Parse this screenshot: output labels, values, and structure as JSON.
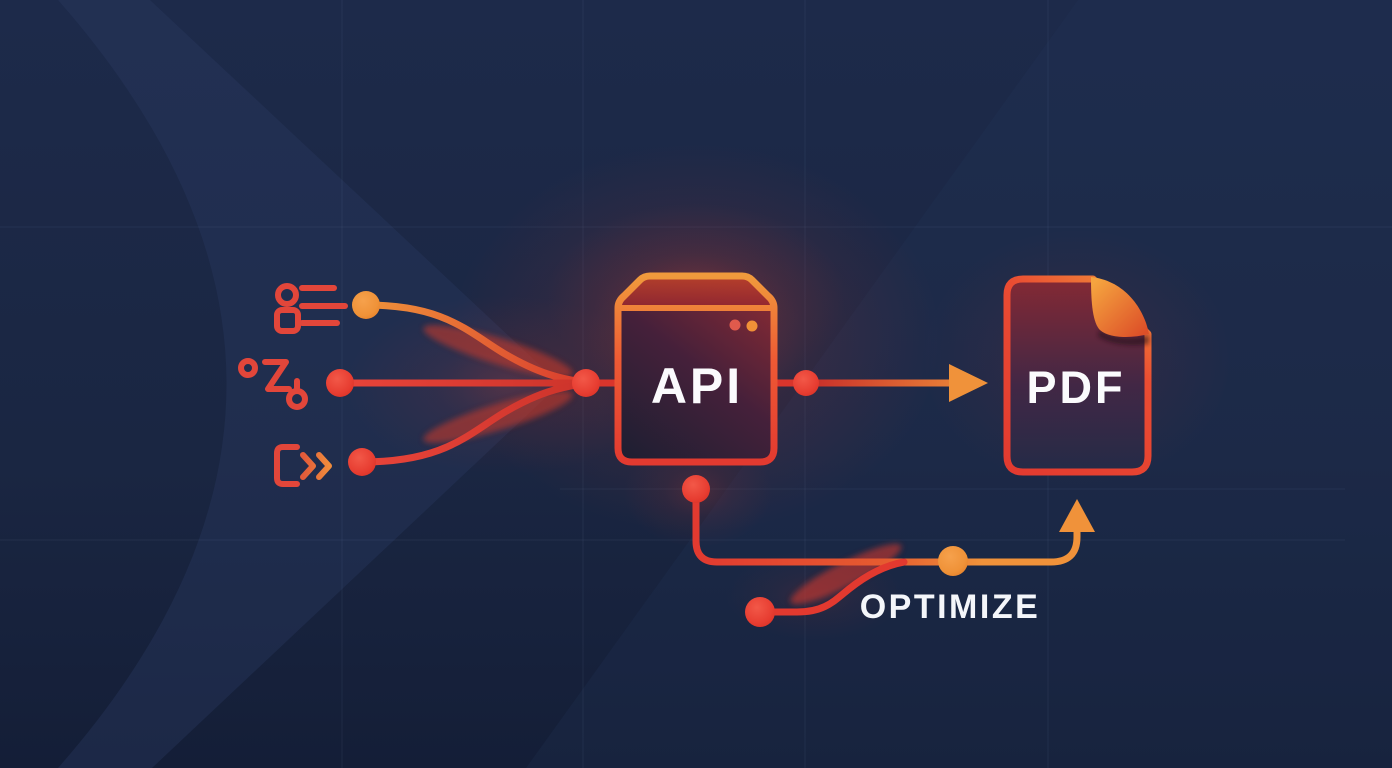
{
  "diagram": {
    "type": "workflow-illustration",
    "nodes": {
      "api": {
        "label": "API",
        "icon": "api-server-box-icon"
      },
      "pdf": {
        "label": "PDF",
        "icon": "pdf-document-icon"
      }
    },
    "flows": {
      "optimize": {
        "label": "OPTIMIZE"
      }
    },
    "input_icons": [
      "bulleted-list-icon",
      "workflow-steps-icon",
      "export-chevrons-icon"
    ],
    "colors": {
      "background": "#1a2642",
      "chevron_watermark": "#2a3b61",
      "accent_red": "#e23a30",
      "accent_orange": "#f0923a",
      "label_text": "#fbfbfd",
      "glow": "#ff452e"
    }
  }
}
